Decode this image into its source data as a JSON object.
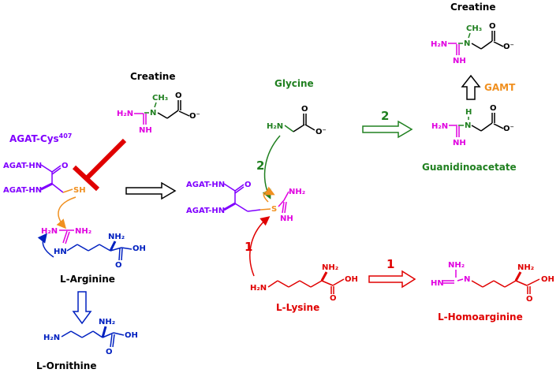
{
  "colors": {
    "purple": "#8000ff",
    "magenta": "#e000e0",
    "blue": "#0020c0",
    "green": "#208020",
    "red": "#e00000",
    "orange": "#f09020",
    "black": "#000000"
  },
  "labels": {
    "creatine_left": "Creatine",
    "creatine_top": "Creatine",
    "agat_cys": "AGAT-Cys",
    "agat_cys_sup": "407",
    "glycine": "Glycine",
    "gamt": "GAMT",
    "guanidinoacetate": "Guanidinoacetate",
    "l_arginine": "L-Arginine",
    "l_ornithine": "L-Ornithine",
    "l_lysine": "L-Lysine",
    "l_homoarginine": "L-Homoarginine",
    "step_2_arrow": "2",
    "step_2_curve": "2",
    "step_1_curve": "1",
    "step_1_arrow": "1"
  },
  "atoms": {
    "h2n": "H₂N",
    "nh": "NH",
    "n": "N",
    "h": "H",
    "ch3": "CH₃",
    "o": "O",
    "o_minus": "O⁻",
    "oh": "OH",
    "nh2": "NH₂",
    "sh": "SH",
    "s": "S",
    "hn": "HN",
    "agat_hn": "AGAT-HN"
  }
}
